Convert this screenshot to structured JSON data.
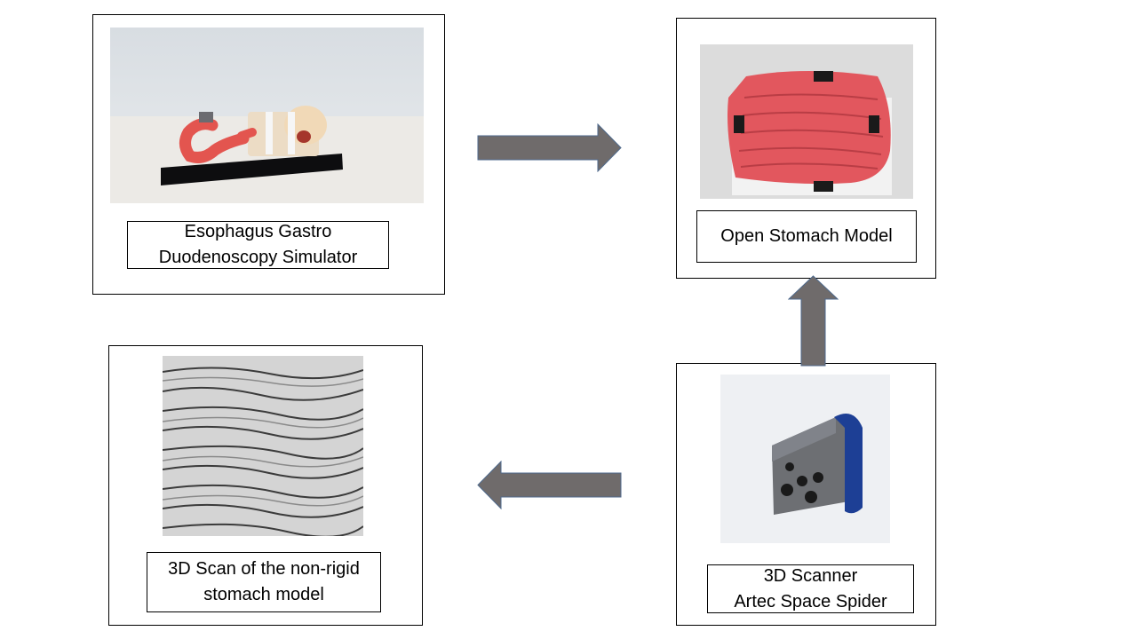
{
  "nodes": {
    "simulator": {
      "caption_lines": [
        "Esophagus Gastro",
        "Duodenoscopy Simulator"
      ]
    },
    "stomach": {
      "caption_lines": [
        "Open Stomach Model"
      ]
    },
    "scanner": {
      "caption_lines": [
        "3D Scanner",
        "Artec Space Spider"
      ]
    },
    "scan": {
      "caption_lines": [
        "3D Scan of the non-rigid",
        "stomach model"
      ]
    }
  },
  "colors": {
    "arrow_fill": "#6f6b6b",
    "arrow_stroke": "#4f6a8c",
    "tissue": "#e2575e",
    "scanner_blue": "#1d3f95"
  }
}
